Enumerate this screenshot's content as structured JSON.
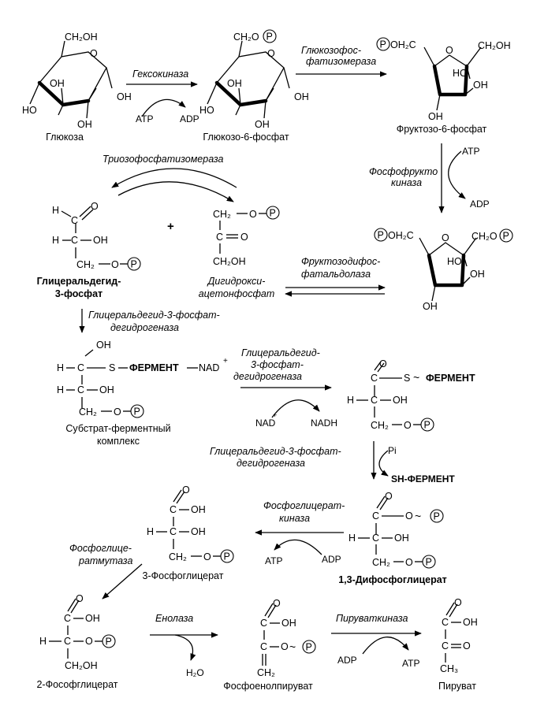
{
  "p": "P",
  "plus": "+",
  "tilde": "~",
  "glucose": {
    "ch2oh": "CH₂OH",
    "ring_o": "O",
    "ho": "HO",
    "oh1": "OH",
    "oh2": "OH",
    "oh3": "OH",
    "name": "Глюкоза"
  },
  "g6p": {
    "ch2o": "CH₂O",
    "ring_o": "O",
    "ho": "HO",
    "oh1": "OH",
    "oh2": "OH",
    "oh3": "OH",
    "name": "Глюкозо-6-фосфат"
  },
  "f6p": {
    "oh2c": "OH₂C",
    "ring_o": "O",
    "ch2oh": "CH₂OH",
    "ho": "HO",
    "oh1": "OH",
    "oh2": "OH",
    "name": "Фруктозо-6-фосфат"
  },
  "fbp": {
    "oh2c": "OH₂C",
    "ring_o": "O",
    "ch2o": "CH₂O",
    "ho": "HO",
    "oh1": "OH",
    "oh2": "OH"
  },
  "gap": {
    "h": "H",
    "c": "C",
    "o": "O",
    "oh": "OH",
    "ch2": "CH₂",
    "name_1": "Глицеральдегид-",
    "name_2": "3-фосфат"
  },
  "dhap": {
    "ch2": "CH₂",
    "c": "C",
    "o": "O",
    "ch2oh": "CH₂OH",
    "name_1": "Дигидрокси-",
    "name_2": "ацетонфосфат"
  },
  "sec": {
    "oh": "OH",
    "h": "H",
    "c": "C",
    "s": "S",
    "enzyme": "ФЕРМЕНТ",
    "nad": "NAD",
    "ch2": "CH₂",
    "o": "O",
    "name_1": "Субстрат-ферментный",
    "name_2": "комплекс"
  },
  "thio": {
    "o": "O",
    "c": "C",
    "s": "S",
    "enzyme": "ФЕРМЕНТ",
    "h": "H",
    "oh": "OH",
    "ch2": "CH₂"
  },
  "bpg": {
    "o": "O",
    "c": "C",
    "h": "H",
    "oh": "OH",
    "ch2": "CH₂",
    "name": "1,3-Дифосфоглицерат"
  },
  "pg3": {
    "o": "O",
    "c": "C",
    "oh": "OH",
    "h": "H",
    "ch2": "CH₂",
    "name": "3-Фосфоглицерат"
  },
  "pg2": {
    "o": "O",
    "c": "C",
    "oh": "OH",
    "h": "H",
    "ch2oh": "CH₂OH",
    "name": "2-Фософглицерат"
  },
  "pep": {
    "o": "O",
    "c": "C",
    "oh": "OH",
    "ch2": "CH₂",
    "name": "Фосфоенолпируват"
  },
  "pyr": {
    "o": "O",
    "c": "C",
    "oh": "OH",
    "ch3": "CH₃",
    "name": "Пируват"
  },
  "cofactors": {
    "atp": "ATP",
    "adp": "ADP",
    "nad": "NAD",
    "nadh": "NADH",
    "pi": "Pi",
    "sh_enzyme": "SH-ФЕРМЕНТ",
    "h2o": "H₂O"
  },
  "enzymes": {
    "hexokinase": "Гексокиназа",
    "isomerase_1": "Глюкозофос-",
    "isomerase_2": "фатизомераза",
    "pfk_1": "Фосфофрукто",
    "pfk_2": "киназа",
    "aldolase_1": "Фруктозодифос-",
    "aldolase_2": "фатальдолаза",
    "tpi": "Триозофосфатизомераза",
    "gapdh_a": "Глицеральдегид-3-фосфат-",
    "gapdh_b": "дегидрогеназа",
    "gapdh2_1": "Глицеральдегид-",
    "gapdh2_2": "3-фосфат-",
    "gapdh2_3": "дегидрогеназа",
    "gapdh3_1": "Глицеральдегид-3-фосфат-",
    "gapdh3_2": "дегидрогеназа",
    "pgk_1": "Фосфоглицерат-",
    "pgk_2": "киназа",
    "pgm_1": "Фосфоглице-",
    "pgm_2": "ратмутаза",
    "enolase": "Енолаза",
    "pk": "Пируваткиназа"
  }
}
